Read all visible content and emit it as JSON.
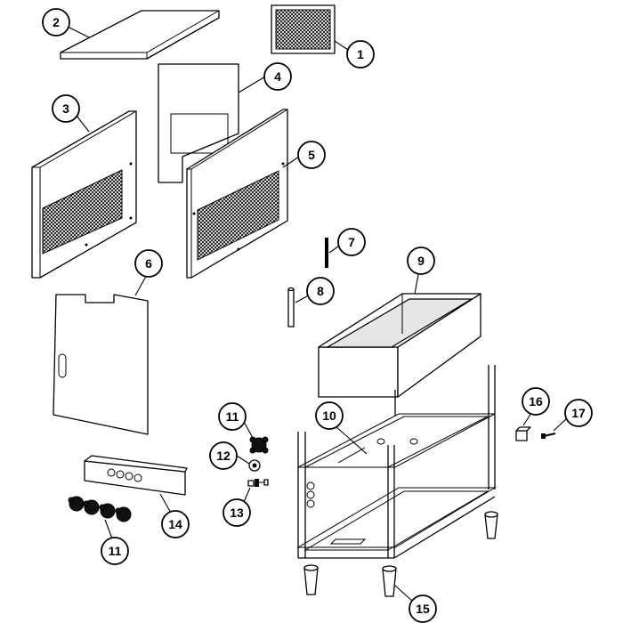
{
  "callouts": [
    {
      "id": "c1",
      "label": "1"
    },
    {
      "id": "c2",
      "label": "2"
    },
    {
      "id": "c3",
      "label": "3"
    },
    {
      "id": "c4",
      "label": "4"
    },
    {
      "id": "c5",
      "label": "5"
    },
    {
      "id": "c6",
      "label": "6"
    },
    {
      "id": "c7",
      "label": "7"
    },
    {
      "id": "c8",
      "label": "8"
    },
    {
      "id": "c9",
      "label": "9"
    },
    {
      "id": "c10",
      "label": "10"
    },
    {
      "id": "c11a",
      "label": "11"
    },
    {
      "id": "c11b",
      "label": "11"
    },
    {
      "id": "c12",
      "label": "12"
    },
    {
      "id": "c13",
      "label": "13"
    },
    {
      "id": "c14",
      "label": "14"
    },
    {
      "id": "c15",
      "label": "15"
    },
    {
      "id": "c16",
      "label": "16"
    },
    {
      "id": "c17",
      "label": "17"
    }
  ],
  "colors": {
    "line": "#000000",
    "background": "#ffffff",
    "mesh": "#000000",
    "shade": "#e6e6e6"
  }
}
